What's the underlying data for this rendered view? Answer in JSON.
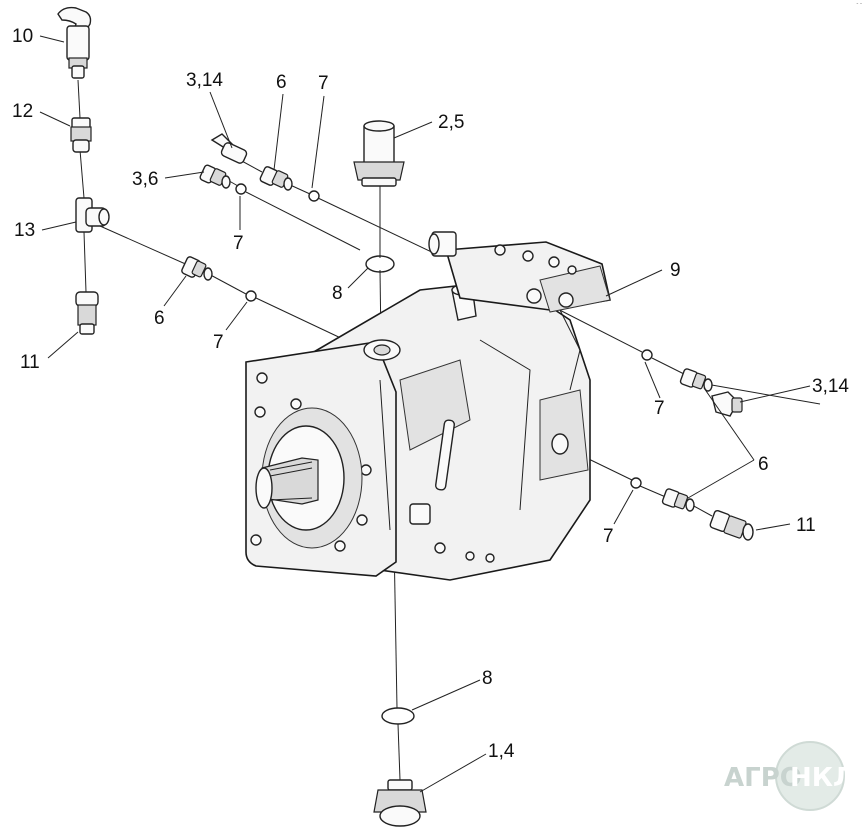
{
  "callouts": {
    "c10": "10",
    "c12": "12",
    "c13": "13",
    "c11_left": "11",
    "c3_14_top": "3,14",
    "c6_top": "6",
    "c7_top": "7",
    "c3_6": "3,6",
    "c7_upper_left": "7",
    "c2_5": "2,5",
    "c8_top": "8",
    "c6_left": "6",
    "c7_left": "7",
    "c9": "9",
    "c7_right_upper": "7",
    "c3_14_right": "3,14",
    "c6_right": "6",
    "c7_right_lower": "7",
    "c11_right": "11",
    "c8_bottom": "8",
    "c1_4": "1,4"
  },
  "watermark": {
    "logo_text": "АГРО НКЛ"
  },
  "corner_note": "- -"
}
